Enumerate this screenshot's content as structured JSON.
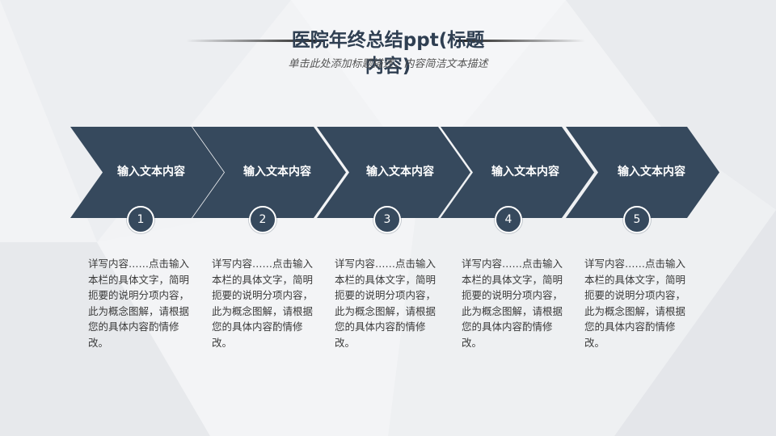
{
  "slide": {
    "title": "医院年终总结ppt(标题内容)",
    "subtitle": "单击此处添加标题描述，内容简洁文本描述"
  },
  "steps": [
    {
      "label": "输入文本内容",
      "number": "1",
      "description": "详写内容……点击输入本栏的具体文字，简明扼要的说明分项内容，此为概念图解，请根据您的具体内容酌情修改。"
    },
    {
      "label": "输入文本内容",
      "number": "2",
      "description": "详写内容……点击输入本栏的具体文字，简明扼要的说明分项内容，此为概念图解，请根据您的具体内容酌情修改。"
    },
    {
      "label": "输入文本内容",
      "number": "3",
      "description": "详写内容……点击输入本栏的具体文字，简明扼要的说明分项内容，此为概念图解，请根据您的具体内容酌情修改。"
    },
    {
      "label": "输入文本内容",
      "number": "4",
      "description": "详写内容……点击输入本栏的具体文字，简明扼要的说明分项内容，此为概念图解，请根据您的具体内容酌情修改。"
    },
    {
      "label": "输入文本内容",
      "number": "5",
      "description": "详写内容……点击输入本栏的具体文字，简明扼要的说明分项内容，此为概念图解，请根据您的具体内容酌情修改。"
    }
  ],
  "colors": {
    "chevron": "#36495d",
    "title": "#2f3f52",
    "background": "#f1f2f4"
  }
}
